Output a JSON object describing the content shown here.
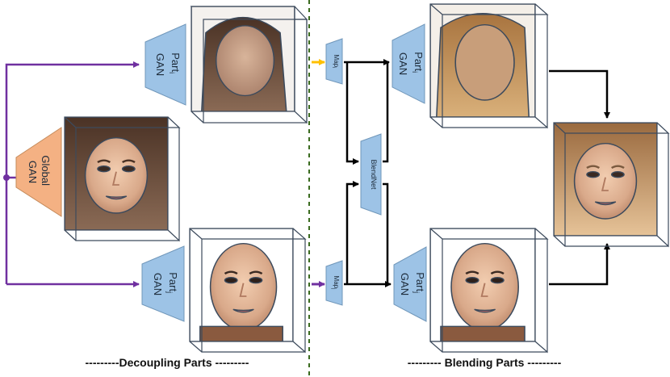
{
  "modules": {
    "global_gan": {
      "line1": "Global",
      "line2": "GAN"
    },
    "part_i_gan": {
      "line1": "Part",
      "sub": "i",
      "line2": "GAN"
    },
    "part_j_gan": {
      "line1": "Part",
      "sub": "j",
      "line2": "GAN"
    },
    "map_i": {
      "text": "Map",
      "sub": "i"
    },
    "map_j": {
      "text": "Map",
      "sub": "j"
    },
    "blendnet": {
      "text": "BlendNet"
    },
    "blend_part_i_gan": {
      "line1": "Part",
      "sub": "i",
      "line2": "GAN"
    },
    "blend_part_j_gan": {
      "line1": "Part",
      "sub": "j",
      "line2": "GAN"
    }
  },
  "captions": {
    "left": "---------Decoupling Parts ---------",
    "right": "--------- Blending Parts ---------"
  },
  "colors": {
    "part_gan_fill": "#9dc3e6",
    "global_gan_fill": "#f4b183",
    "purple_arrow": "#7030a0",
    "yellow_arrow": "#ffc000",
    "divider": "#3a6b1f"
  }
}
